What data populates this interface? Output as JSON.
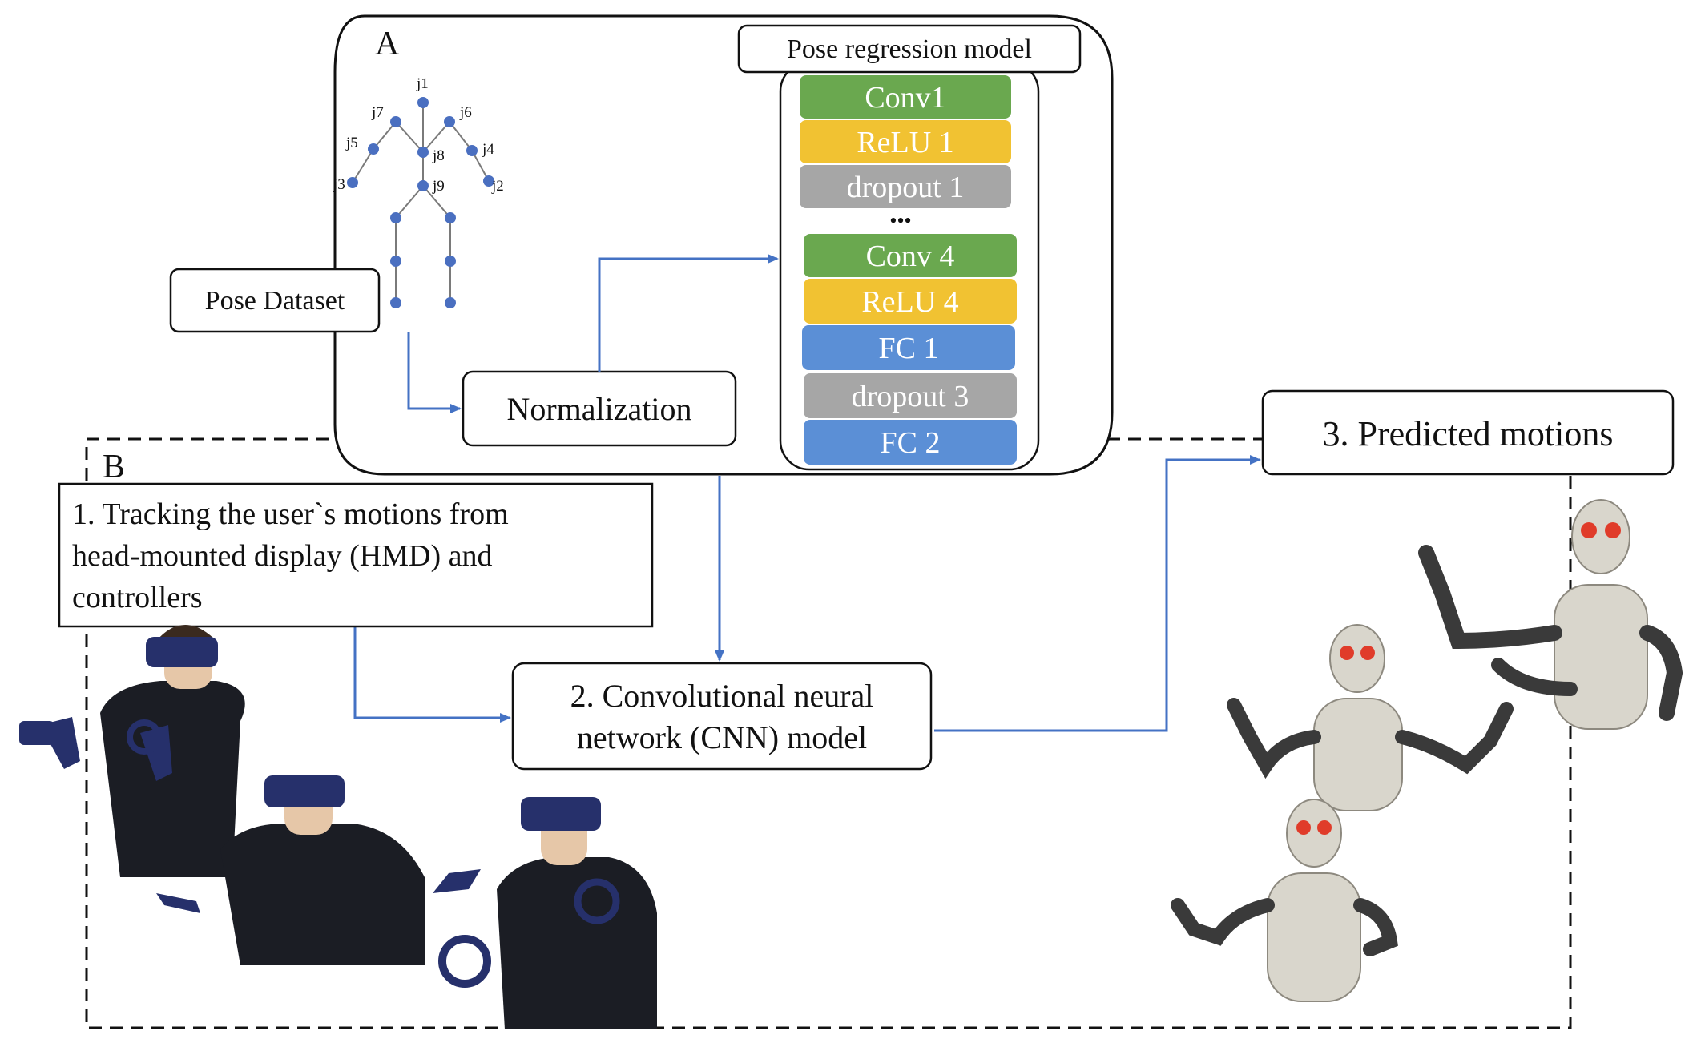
{
  "section_a": {
    "label": "A"
  },
  "section_b": {
    "label": "B"
  },
  "skeleton": {
    "joints": [
      "j1",
      "j2",
      "j3",
      "j4",
      "j5",
      "j6",
      "j7",
      "j8",
      "j9"
    ]
  },
  "pose_dataset": {
    "label": "Pose Dataset"
  },
  "normalization": {
    "label": "Normalization"
  },
  "model": {
    "title": "Pose regression model",
    "ellipsis": "•••",
    "layers": [
      {
        "label": "Conv1",
        "kind": "conv"
      },
      {
        "label": "ReLU 1",
        "kind": "relu"
      },
      {
        "label": "dropout 1",
        "kind": "dropout"
      },
      {
        "label": "Conv 4",
        "kind": "conv"
      },
      {
        "label": "ReLU 4",
        "kind": "relu"
      },
      {
        "label": "FC 1",
        "kind": "fc"
      },
      {
        "label": "dropout 3",
        "kind": "dropout"
      },
      {
        "label": "FC 2",
        "kind": "fc"
      }
    ]
  },
  "steps": {
    "tracking": [
      "1. Tracking the user`s motions from",
      "head-mounted display (HMD) and",
      "controllers"
    ],
    "cnn": [
      "2. Convolutional neural",
      "network (CNN) model"
    ],
    "predicted": "3. Predicted motions"
  },
  "colors": {
    "conv": "#6aa84f",
    "relu": "#f1c232",
    "dropout": "#a6a6a6",
    "fc": "#5b8fd6",
    "arrow": "#4472c4",
    "joint": "#4a6fc0",
    "hoodie": "#1b1d24",
    "headset": "#26306b",
    "robot_body": "#d9d6cc",
    "robot_dark": "#3a3a3a",
    "robot_eye": "#e03c2a"
  }
}
